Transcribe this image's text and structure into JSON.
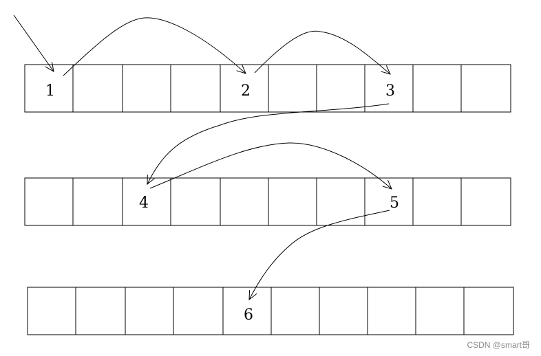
{
  "diagram": {
    "rows": [
      {
        "cells": 10,
        "labels": {
          "0": "1",
          "4": "2",
          "7": "3"
        }
      },
      {
        "cells": 10,
        "labels": {
          "2": "4",
          "7": "5"
        }
      },
      {
        "cells": 10,
        "labels": {
          "4": "6"
        }
      }
    ],
    "colors": {
      "line": "#000000",
      "background": "#ffffff",
      "watermark": "#8a8a8a"
    }
  },
  "watermark": "CSDN @smart哥"
}
